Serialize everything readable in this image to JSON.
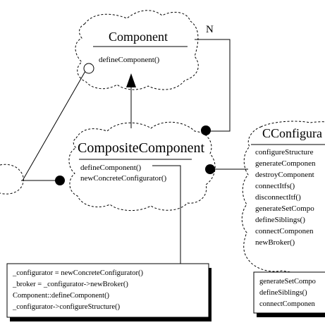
{
  "component": {
    "name": "Component",
    "operations": [
      "defineComponent()"
    ]
  },
  "composite": {
    "name": "CompositeComponent",
    "operations": [
      "defineComponent()",
      "newConcreteConfigurator()"
    ]
  },
  "configurator": {
    "name": "CConfigura",
    "operations": [
      "configureStructure",
      "generateComponen",
      "destroyComponent",
      "connectItfs()",
      "disconnectItf()",
      "generateSetCompo",
      "defineSiblings()",
      "connectComponen",
      "newBroker()"
    ]
  },
  "multiplicity": "N",
  "note_main": {
    "lines": [
      "_configurator = newConcreteConfigurator()",
      "_broker = _configurator->newBroker()",
      "Component::defineComponent()",
      "_configurator->configureStructure()"
    ]
  },
  "note_right": {
    "lines": [
      "generateSetCompo",
      "defineSiblings()",
      "connectComponen"
    ]
  },
  "colors": {
    "ink": "#000000",
    "background": "#ffffff"
  }
}
